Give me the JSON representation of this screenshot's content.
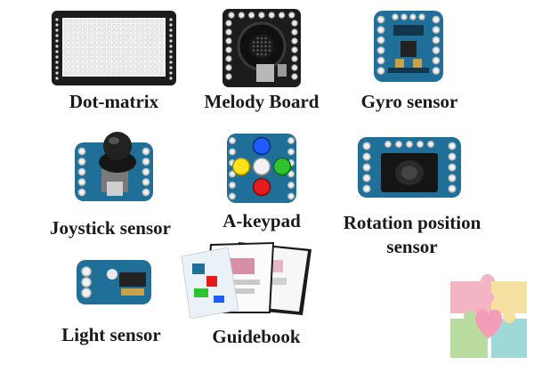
{
  "components": [
    {
      "id": "dot-matrix",
      "label": "Dot-matrix"
    },
    {
      "id": "melody-board",
      "label": "Melody Board"
    },
    {
      "id": "gyro-sensor",
      "label": "Gyro sensor"
    },
    {
      "id": "joystick-sensor",
      "label": "Joystick sensor"
    },
    {
      "id": "a-keypad",
      "label": "A-keypad"
    },
    {
      "id": "rotation-position-sensor",
      "label_line1": "Rotation position",
      "label_line2": "sensor"
    },
    {
      "id": "light-sensor",
      "label": "Light sensor"
    },
    {
      "id": "guidebook",
      "label": "Guidebook"
    }
  ],
  "colors": {
    "board_blue": "#1f6f98",
    "board_black": "#1c1c1c",
    "key_blue": "#1e5cff",
    "key_yellow": "#ffe21a",
    "key_white": "#f2f2f2",
    "key_green": "#2fc32f",
    "key_red": "#e31b1b",
    "puzzle_pink": "#f3b4c4",
    "puzzle_teal": "#9fd8d8",
    "puzzle_green": "#b9dba0",
    "puzzle_yellow": "#f4e0a0",
    "puzzle_heart": "#f49db8"
  }
}
